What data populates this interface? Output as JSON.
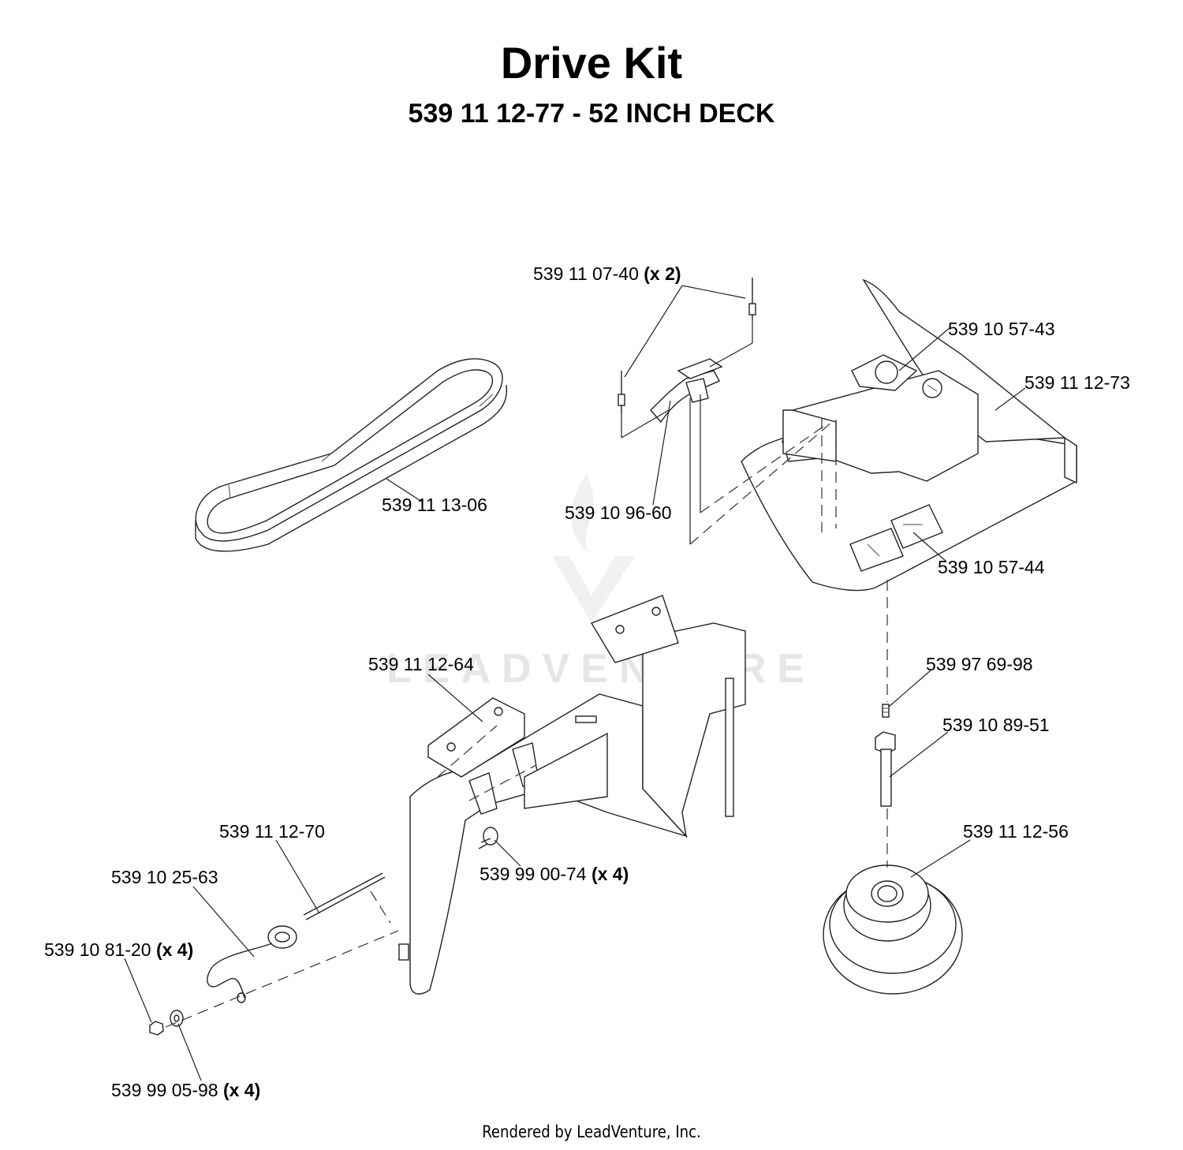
{
  "title": "Drive Kit",
  "subtitle": "539 11 12-77 - 52 INCH DECK",
  "watermark": "LEADVENTURE",
  "footer": "Rendered by LeadVenture, Inc.",
  "callouts": [
    {
      "id": "c1",
      "part": "539 11 07-40",
      "qty": "(x 2)"
    },
    {
      "id": "c2",
      "part": "539 10 57-43",
      "qty": ""
    },
    {
      "id": "c3",
      "part": "539 11 12-73",
      "qty": ""
    },
    {
      "id": "c4",
      "part": "539 11 13-06",
      "qty": ""
    },
    {
      "id": "c5",
      "part": "539 10 96-60",
      "qty": ""
    },
    {
      "id": "c6",
      "part": "539 10 57-44",
      "qty": ""
    },
    {
      "id": "c7",
      "part": "539 11 12-64",
      "qty": ""
    },
    {
      "id": "c8",
      "part": "539 97 69-98",
      "qty": ""
    },
    {
      "id": "c9",
      "part": "539 10 89-51",
      "qty": ""
    },
    {
      "id": "c10",
      "part": "539 11 12-70",
      "qty": ""
    },
    {
      "id": "c11",
      "part": "539 11 12-56",
      "qty": ""
    },
    {
      "id": "c12",
      "part": "539 10 25-63",
      "qty": ""
    },
    {
      "id": "c13",
      "part": "539 99 00-74",
      "qty": "(x 4)"
    },
    {
      "id": "c14",
      "part": "539 10 81-20",
      "qty": "(x 4)"
    },
    {
      "id": "c15",
      "part": "539 99 05-98",
      "qty": "(x 4)"
    }
  ]
}
